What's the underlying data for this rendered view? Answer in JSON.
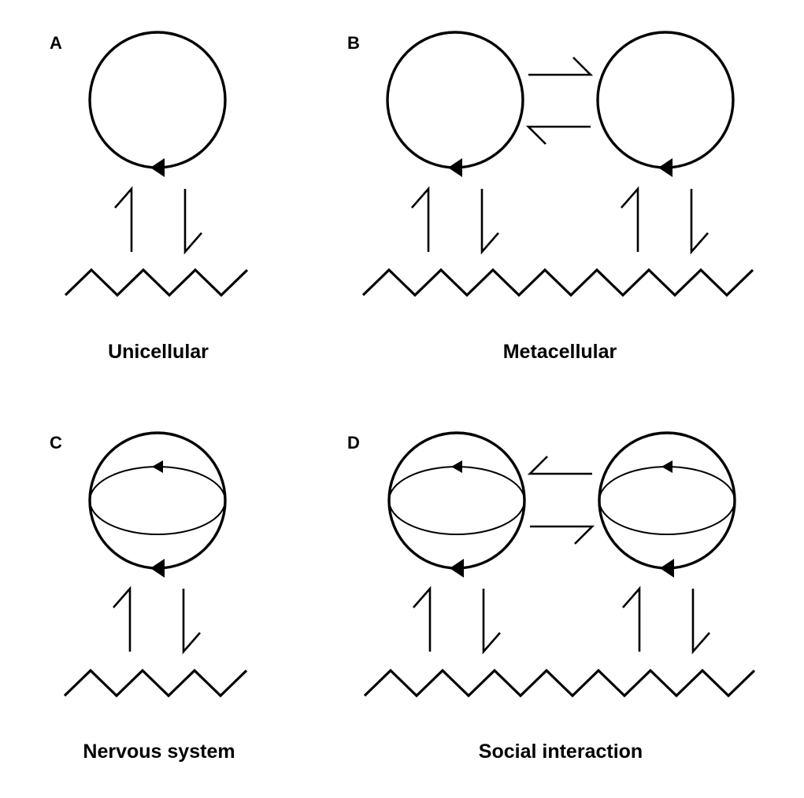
{
  "panels": {
    "a": {
      "letter": "A",
      "caption": "Unicellular"
    },
    "b": {
      "letter": "B",
      "caption": "Metacellular"
    },
    "c": {
      "letter": "C",
      "caption": "Nervous system"
    },
    "d": {
      "letter": "D",
      "caption": "Social interaction"
    }
  },
  "colors": {
    "ink": "#000000",
    "background": "#ffffff"
  }
}
